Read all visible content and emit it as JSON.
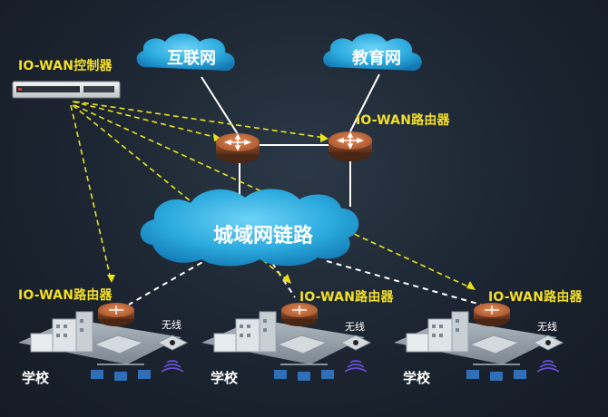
{
  "controller": {
    "label": "IO-WAN控制器"
  },
  "clouds": {
    "internet": "互联网",
    "edu": "教育网",
    "metro": "城域网链路"
  },
  "routers": {
    "core_right_label": "IO-WAN路由器",
    "site1_label": "IO-WAN路由器",
    "site2_label": "IO-WAN路由器",
    "site3_label": "IO-WAN路由器"
  },
  "sites": [
    {
      "school": "学校",
      "wireless": "无线"
    },
    {
      "school": "学校",
      "wireless": "无线"
    },
    {
      "school": "学校",
      "wireless": "无线"
    }
  ],
  "colors": {
    "label_yellow": "#f3df2a",
    "router_body": "#8a4a2a",
    "router_top": "#c66a3a",
    "cloud_blue": "#1f9fd6",
    "control_line": "#e8e21a",
    "link_white": "#ffffff"
  }
}
